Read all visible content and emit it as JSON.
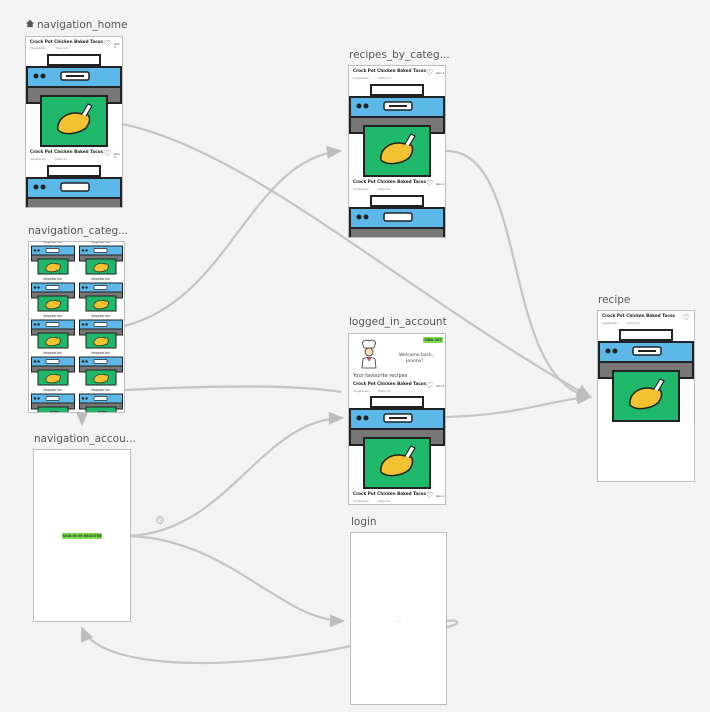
{
  "nodes": {
    "navigation_home": {
      "title": "navigation_home",
      "icon": "home-icon"
    },
    "recipes_by_category": {
      "title": "recipes_by_categ..."
    },
    "navigation_categories": {
      "title": "navigation_categ..."
    },
    "logged_in_account": {
      "title": "logged_in_account"
    },
    "recipe": {
      "title": "recipe"
    },
    "navigation_account": {
      "title": "navigation_accou..."
    },
    "login": {
      "title": "login"
    }
  },
  "card": {
    "title": "Crock Pot Chicken Baked Tacos",
    "tag1": "Vegetarian",
    "tag2": "Mexican",
    "serves": "Serv 4"
  },
  "category_label": "Vegetarian",
  "account": {
    "sign_out": "SIGN OUT",
    "welcome": "Welcome back,",
    "name": "Jeanne!",
    "favourites": "Your favourite recipes"
  },
  "nav_account": {
    "sign_in_button": "SIGN IN OR REGISTER"
  },
  "colors": {
    "oven_blue": "#5bb8e8",
    "tray_green": "#1fb86a",
    "chicken": "#f2c233",
    "sign_button": "#7ed957",
    "edge": "#c4c4c4"
  }
}
